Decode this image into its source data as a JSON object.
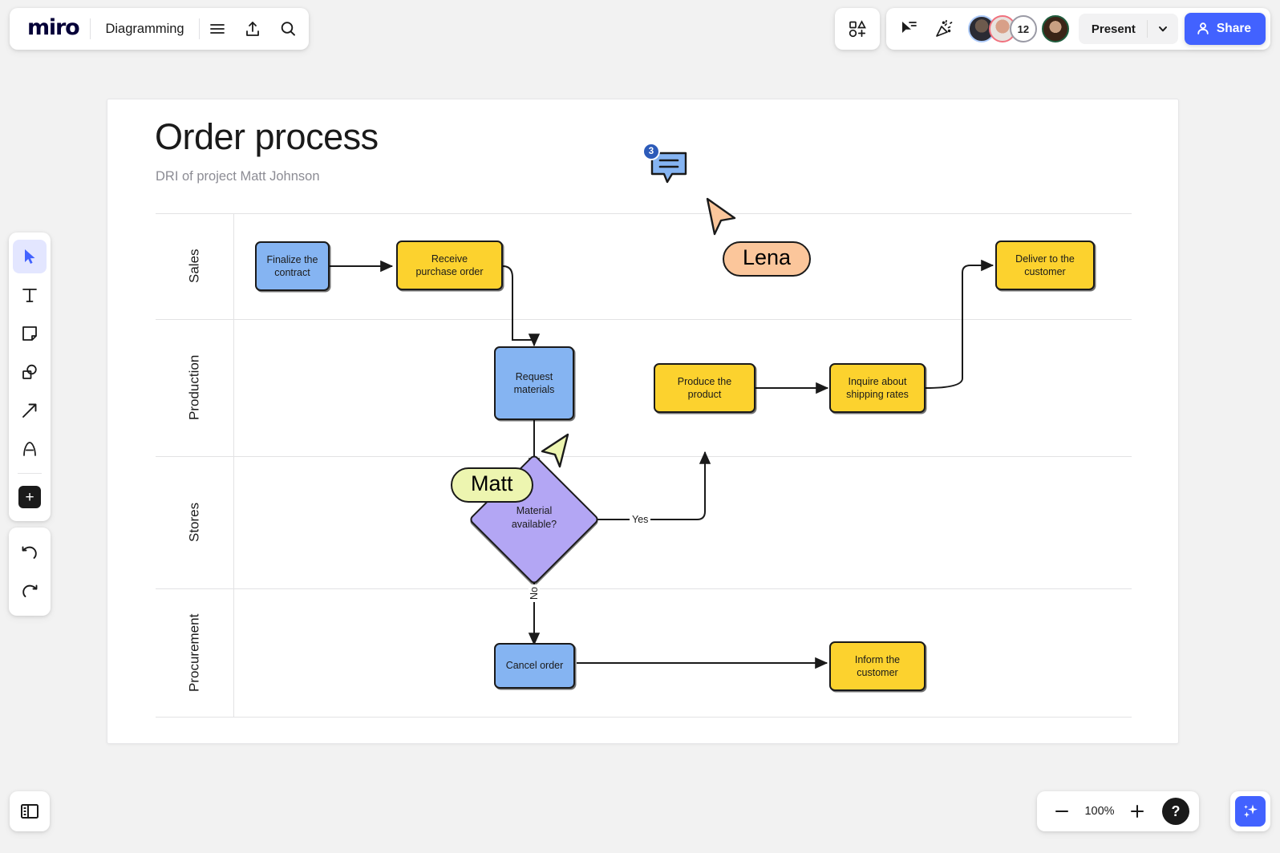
{
  "header": {
    "logo": "miro",
    "board_title": "Diagramming",
    "icons": {
      "menu": "hamburger-menu-icon",
      "upload": "upload-icon",
      "search": "search-icon",
      "shapes_add": "shapes-add-icon",
      "cursor_share": "cursor-share-icon",
      "party": "party-popper-icon"
    },
    "collaborators": {
      "overflow_count": "12",
      "avatars": [
        "avatar-1",
        "avatar-2",
        "avatar-3"
      ]
    },
    "present_label": "Present",
    "share_label": "Share"
  },
  "left_toolbar": {
    "tools": [
      {
        "name": "select-tool",
        "icon": "cursor-icon",
        "active": true
      },
      {
        "name": "text-tool",
        "icon": "text-icon",
        "active": false
      },
      {
        "name": "sticky-note-tool",
        "icon": "sticky-note-icon",
        "active": false
      },
      {
        "name": "shapes-tool",
        "icon": "shapes-icon",
        "active": false
      },
      {
        "name": "connector-tool",
        "icon": "arrow-icon",
        "active": false
      },
      {
        "name": "pen-tool",
        "icon": "pen-icon",
        "active": false
      },
      {
        "name": "more-apps-tool",
        "icon": "plus-icon",
        "active": false
      }
    ],
    "history": [
      {
        "name": "undo-button",
        "icon": "undo-icon"
      },
      {
        "name": "redo-button",
        "icon": "redo-icon"
      }
    ]
  },
  "bottom_bar": {
    "panel_toggle": "panel-toggle-icon",
    "zoom_out": "minus-icon",
    "zoom_level": "100%",
    "zoom_in": "plus-icon",
    "help": "?",
    "ai_button": "sparkles-icon"
  },
  "canvas": {
    "title": "Order process",
    "subtitle": "DRI of project Matt Johnson",
    "lanes": [
      "Sales",
      "Production",
      "Stores",
      "Procurement"
    ],
    "nodes": [
      {
        "id": "finalize",
        "label": "Finalize the\ncontract",
        "shape": "rect",
        "color": "blue"
      },
      {
        "id": "receive",
        "label": "Receive\npurchase order",
        "shape": "rect",
        "color": "yellow"
      },
      {
        "id": "request",
        "label": "Request\nmaterials",
        "shape": "rect",
        "color": "blue"
      },
      {
        "id": "material",
        "label": "Material\navailable?",
        "shape": "diamond",
        "color": "purple"
      },
      {
        "id": "produce",
        "label": "Produce the\nproduct",
        "shape": "rect",
        "color": "yellow"
      },
      {
        "id": "inquire",
        "label": "Inquire about\nshipping rates",
        "shape": "rect",
        "color": "yellow"
      },
      {
        "id": "deliver",
        "label": "Deliver to the\ncustomer",
        "shape": "rect",
        "color": "yellow"
      },
      {
        "id": "cancel",
        "label": "Cancel order",
        "shape": "rect",
        "color": "blue"
      },
      {
        "id": "inform",
        "label": "Inform the\ncustomer",
        "shape": "rect",
        "color": "yellow"
      }
    ],
    "edge_labels": {
      "yes": "Yes",
      "no": "No"
    },
    "cursors": [
      {
        "name": "Matt",
        "color": "#EDF5B0"
      },
      {
        "name": "Lena",
        "color": "#FBC69B"
      }
    ],
    "comment_pin": {
      "count": "3"
    }
  },
  "colors": {
    "brand_blue": "#4262FF",
    "node_blue": "#85B4F2",
    "node_yellow": "#FCD22E",
    "node_purple": "#B3A6F4",
    "cursor_matt": "#EDF5B0",
    "cursor_lena": "#FBC69B",
    "comment_blue": "#85B4F2",
    "badge_blue": "#2D5BB9"
  }
}
